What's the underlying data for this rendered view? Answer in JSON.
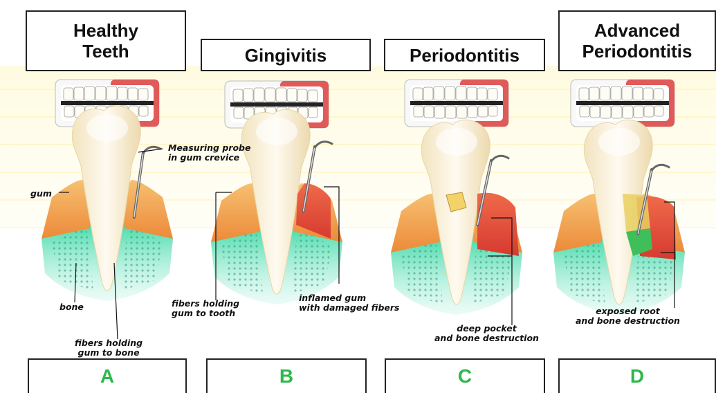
{
  "stages": [
    {
      "title_line1": "Healthy",
      "title_line2": "Teeth",
      "letter": "A"
    },
    {
      "title_line1": "",
      "title_line2": "Gingivitis",
      "letter": "B"
    },
    {
      "title_line1": "",
      "title_line2": "Periodontitis",
      "letter": "C"
    },
    {
      "title_line1": "Advanced",
      "title_line2": "Periodontitis",
      "letter": "D"
    }
  ],
  "labels": {
    "probe_line1": "Measuring probe",
    "probe_line2": "in gum crevice",
    "gum": "gum",
    "bone": "bone",
    "fibers_bone_line1": "fibers holding",
    "fibers_bone_line2": "gum to bone",
    "fibers_tooth_line1": "fibers holding",
    "fibers_tooth_line2": "gum to tooth",
    "inflamed_line1": "inflamed gum",
    "inflamed_line2": "with damaged fibers",
    "pocket_line1": "deep pocket",
    "pocket_line2": "and  bone destruction",
    "exposed_line1": "exposed root",
    "exposed_line2": "and bone destruction"
  },
  "colors": {
    "letter": "#2db84a",
    "gum_healthy": "#f0a24a",
    "gum_inflamed": "#e0483a",
    "bone": "#6fe3c0",
    "tooth": "#fbf1d8"
  }
}
